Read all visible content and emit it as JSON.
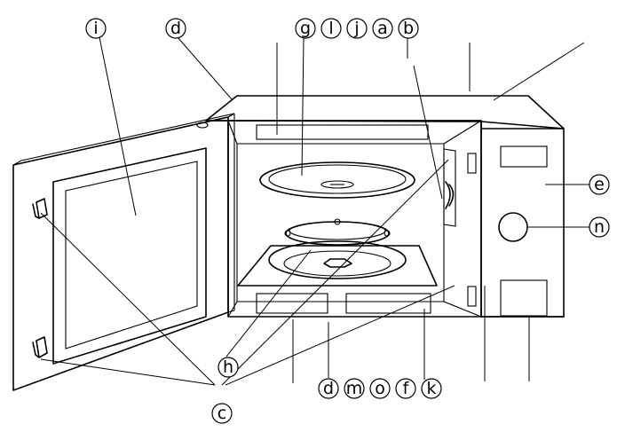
{
  "labels": {
    "i": "i",
    "d_top": "d",
    "g": "g",
    "l": "l",
    "j": "j",
    "a": "a",
    "b": "b",
    "e": "e",
    "n": "n",
    "h": "h",
    "c": "c",
    "d_bottom": "d",
    "m": "m",
    "o": "o",
    "f": "f",
    "k": "k"
  }
}
